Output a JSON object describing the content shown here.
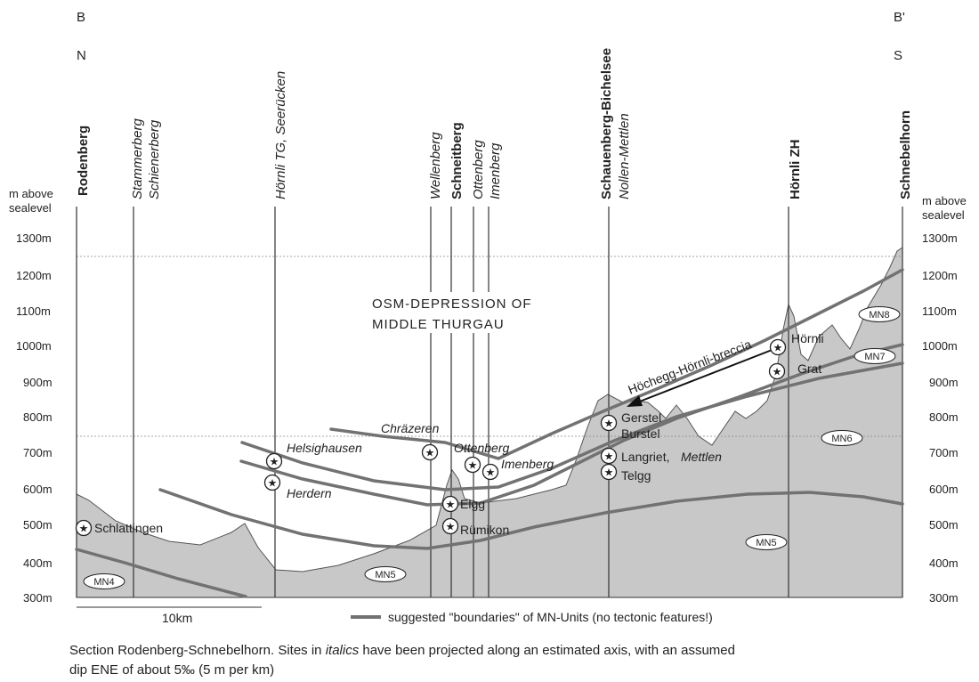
{
  "corner_labels": {
    "left_top": "B",
    "left_bottom": "N",
    "right_top": "B'",
    "right_bottom": "S"
  },
  "axis": {
    "title_left": [
      "m above",
      "sealevel"
    ],
    "title_right": [
      "m above",
      "sealevel"
    ],
    "ticks": [
      "1300m",
      "1200m",
      "1100m",
      "1000m",
      "900m",
      "800m",
      "700m",
      "600m",
      "500m",
      "400m",
      "300m"
    ]
  },
  "verticals": [
    {
      "id": "rodenberg",
      "lines": [
        "Rodenberg"
      ],
      "style": "bold"
    },
    {
      "id": "stammerberg",
      "lines": [
        "Stammerberg",
        "Schienerberg"
      ],
      "style": "italic"
    },
    {
      "id": "hoernli-tg",
      "lines": [
        "Hörnli TG, Seerücken"
      ],
      "style": "italic"
    },
    {
      "id": "wellenberg",
      "lines": [
        "Wellenberg"
      ],
      "style": "italic"
    },
    {
      "id": "schneitberg",
      "lines": [
        "Schneitberg"
      ],
      "style": "bold"
    },
    {
      "id": "ottenberg",
      "lines": [
        "Ottenberg"
      ],
      "style": "italic"
    },
    {
      "id": "imenberg",
      "lines": [
        "Imenberg"
      ],
      "style": "italic"
    },
    {
      "id": "schauenberg",
      "lines": [
        "Schauenberg-Bichelsee",
        "Nollen-Mettlen"
      ],
      "style": "bold-italic"
    },
    {
      "id": "hoernli-zh",
      "lines": [
        "Hörnli ZH"
      ],
      "style": "bold"
    },
    {
      "id": "schnebelhorn",
      "lines": [
        "Schnebelhorn"
      ],
      "style": "bold"
    }
  ],
  "depression_label": [
    "OSM-DEPRESSION OF",
    "MIDDLE THURGAU"
  ],
  "sites": [
    {
      "label": "Schlattingen",
      "italic": false
    },
    {
      "label": "Helsighausen",
      "italic": true
    },
    {
      "label": "Herdern",
      "italic": true
    },
    {
      "label": "Chräzeren",
      "italic": true
    },
    {
      "label": "Ottenberg",
      "italic": true
    },
    {
      "label": "Imenberg",
      "italic": true
    },
    {
      "label": "Elgg",
      "italic": false
    },
    {
      "label": "Rümikon",
      "italic": false
    },
    {
      "label": "Gerstel",
      "italic": false
    },
    {
      "label": "Burstel",
      "italic": false
    },
    {
      "label": "Langriet,",
      "italic": false
    },
    {
      "label": "Mettlen",
      "italic": true
    },
    {
      "label": "Telgg",
      "italic": false
    },
    {
      "label": "Hörnli",
      "italic": false
    },
    {
      "label": "Grat",
      "italic": false
    }
  ],
  "breccia_label": "Höchegg-Hörnli-breccia",
  "mn_units": [
    "MN4",
    "MN5",
    "MN5",
    "MN6",
    "MN7",
    "MN8"
  ],
  "scale_label": "10km",
  "legend_label": "suggested \"boundaries\" of MN-Units (no tectonic features!)",
  "caption": {
    "part1": "Section Rodenberg-Schnebelhorn. Sites in ",
    "italic": "italics",
    "part2": " have been projected along an estimated axis, with an assumed",
    "line2": "dip ENE of about 5‰ (5 m per km)"
  },
  "colors": {
    "terrain": "#c8c8c8",
    "boundary": "#727272",
    "line": "#333333"
  }
}
